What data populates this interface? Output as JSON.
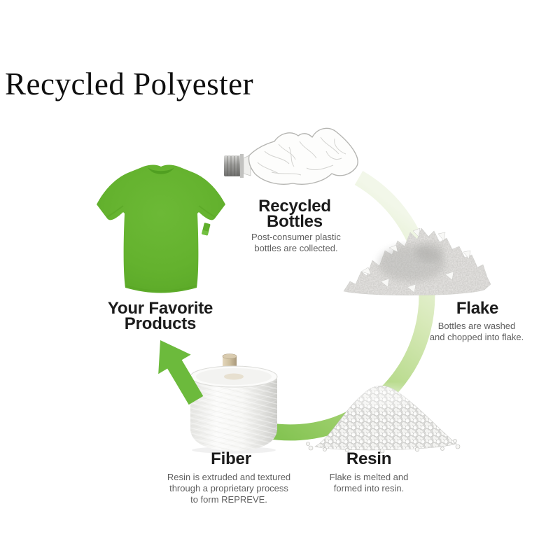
{
  "title": "Recycled Polyester",
  "stages": {
    "bottles": {
      "label": "Recycled\nBottles",
      "description": "Post-consumer plastic\nbottles are collected."
    },
    "flake": {
      "label": "Flake",
      "description": "Bottles are washed\nand chopped into flake."
    },
    "resin": {
      "label": "Resin",
      "description": "Flake is melted and\nformed into resin."
    },
    "fiber": {
      "label": "Fiber",
      "description": "Resin is extruded and textured\nthrough a proprietary process\nto form REPREVE."
    },
    "products": {
      "label": "Your Favorite\nProducts"
    }
  },
  "icons": {
    "bottle": "crushed-plastic-bottle",
    "flake": "plastic-flake-pile",
    "resin": "resin-pellet-pile",
    "fiber": "fiber-spool",
    "products": "green-tshirt",
    "cycle": "circular-arc-arrow"
  },
  "colors": {
    "background": "#ffffff",
    "heading_text": "#1b1b1b",
    "body_text": "#5f5f5f",
    "arrow_green": "#6cba3c",
    "shirt_green": "#64b22e",
    "arc_start": "#f0f6e6",
    "arc_end": "#7cc04a"
  }
}
